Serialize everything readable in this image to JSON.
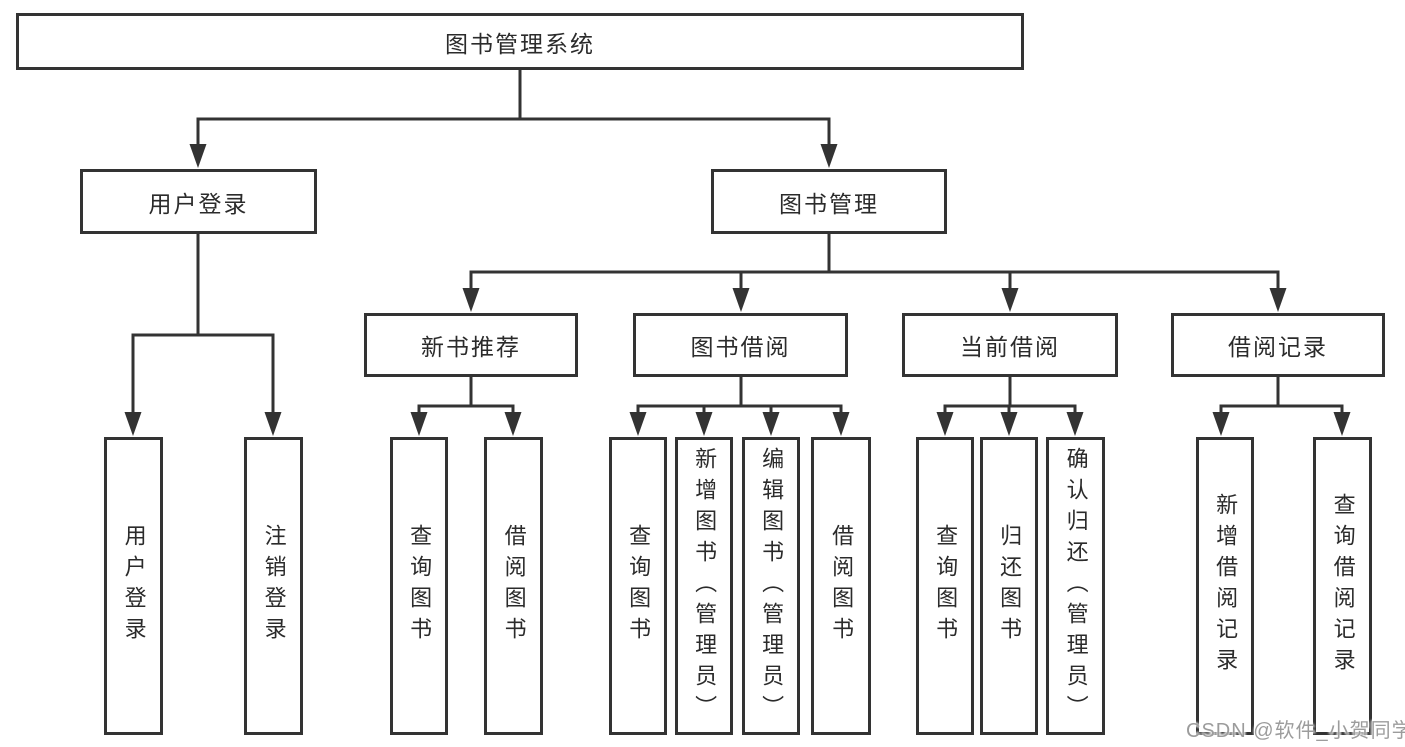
{
  "colors": {
    "line": "#333333",
    "box_border": "#333333",
    "background": "#ffffff",
    "watermark": "#9c9c9c"
  },
  "watermark": "CSDN @软件_小贺同学",
  "tree": {
    "label": "图书管理系统",
    "children": [
      {
        "label": "用户登录",
        "children": [
          {
            "label": "用户登录"
          },
          {
            "label": "注销登录"
          }
        ]
      },
      {
        "label": "图书管理",
        "children": [
          {
            "label": "新书推荐",
            "children": [
              {
                "label": "查询图书"
              },
              {
                "label": "借阅图书"
              }
            ]
          },
          {
            "label": "图书借阅",
            "children": [
              {
                "label": "查询图书"
              },
              {
                "label": "新增图书（管理员）"
              },
              {
                "label": "编辑图书（管理员）"
              },
              {
                "label": "借阅图书"
              }
            ]
          },
          {
            "label": "当前借阅",
            "children": [
              {
                "label": "查询图书"
              },
              {
                "label": "归还图书"
              },
              {
                "label": "确认归还（管理员）"
              }
            ]
          },
          {
            "label": "借阅记录",
            "children": [
              {
                "label": "新增借阅记录"
              },
              {
                "label": "查询借阅记录"
              }
            ]
          }
        ]
      }
    ]
  }
}
